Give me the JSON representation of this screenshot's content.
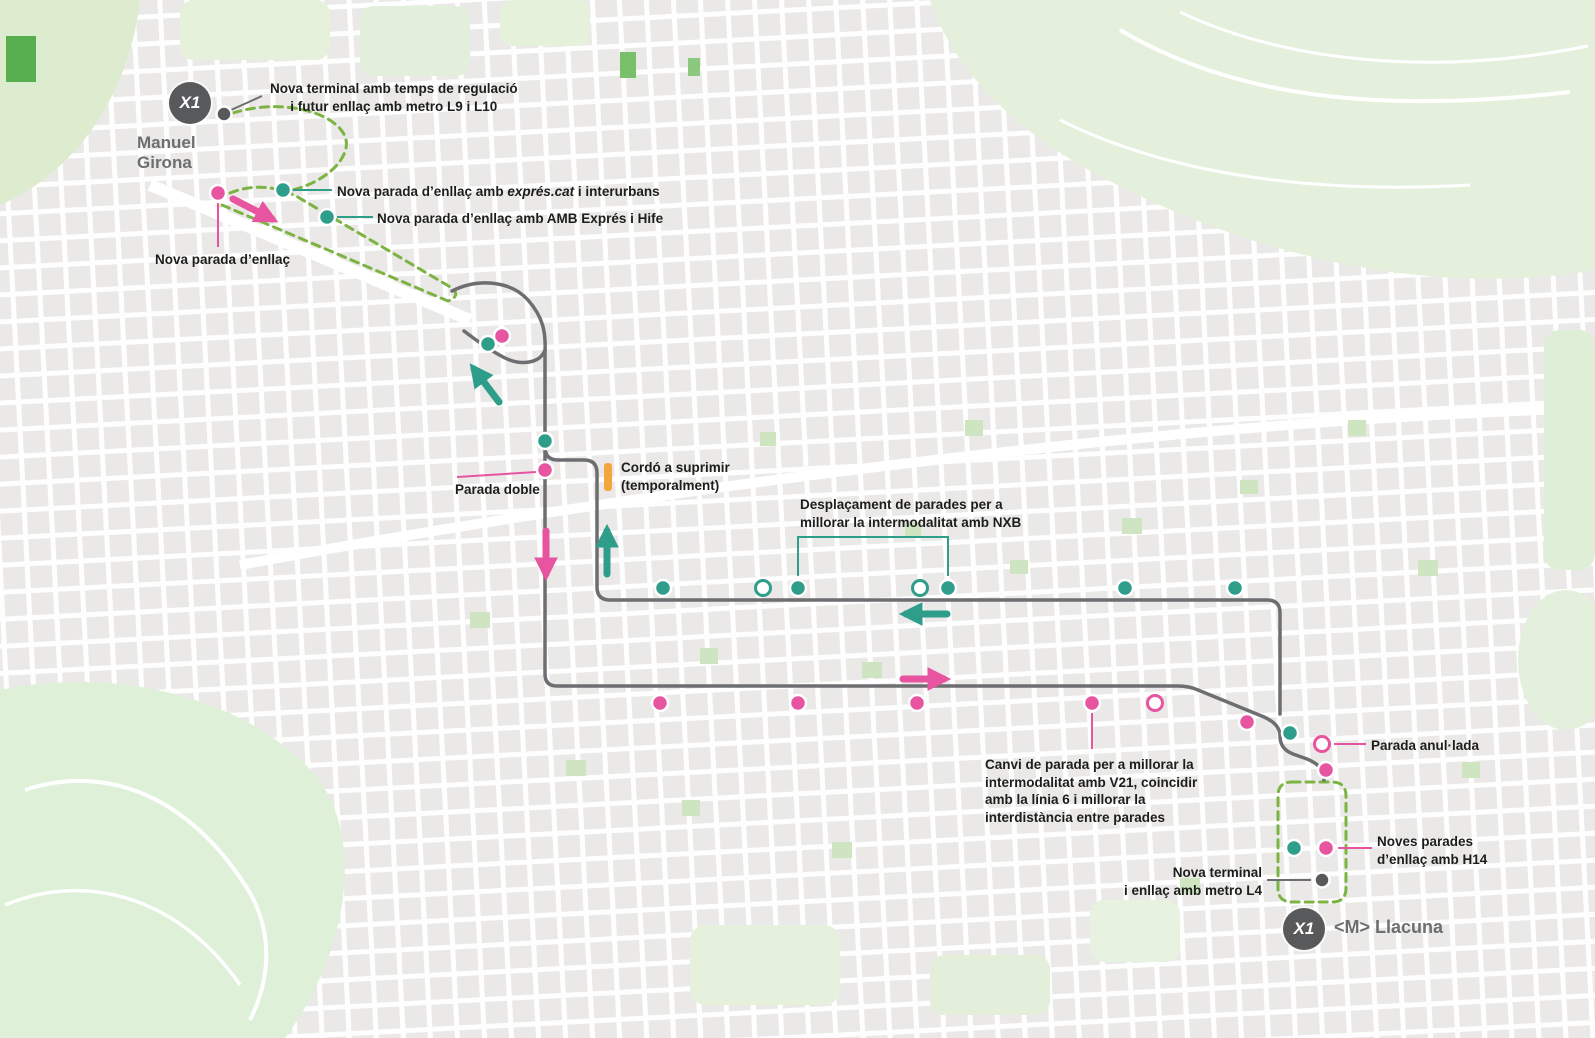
{
  "colors": {
    "pink": "#e754a0",
    "teal": "#2e9d8a",
    "route_gray": "#6d6e71",
    "dashed_green": "#7cb342",
    "orange": "#f0a73e",
    "badge_gray": "#58595b"
  },
  "terminals": {
    "start": {
      "badge": "X1",
      "name_line1": "Manuel",
      "name_line2": "Girona"
    },
    "end": {
      "badge": "X1",
      "label": "<M> Llacuna"
    }
  },
  "annotations": {
    "terminal_l9_line1": "Nova terminal amb temps de regulació",
    "terminal_l9_line2": "i futur enllaç amb metro L9 i L10",
    "expres_prefix": "Nova parada d’enllaç amb ",
    "expres_italic": "exprés.cat",
    "expres_suffix": " i interurbans",
    "amb_expres": "Nova parada d’enllaç amb AMB Exprés i Hife",
    "nova_parada": "Nova parada d’enllaç",
    "parada_doble": "Parada doble",
    "cordo_line1": "Cordó a suprimir",
    "cordo_line2": "(temporalment)",
    "desplacament_line1": "Desplaçament de parades per a",
    "desplacament_line2": "millorar la intermodalitat amb NXB",
    "canvi_line1": "Canvi de parada per a millorar la",
    "canvi_line2": "intermodalitat amb V21, coincidir",
    "canvi_line3": "amb la línia 6 i millorar la",
    "canvi_line4": "interdistància entre parades",
    "anullada": "Parada anul·lada",
    "h14_line1": "Noves parades",
    "h14_line2": "d’enllaç amb H14",
    "terminal_l4_line1": "Nova terminal",
    "terminal_l4_line2": "i enllaç amb metro L4"
  }
}
